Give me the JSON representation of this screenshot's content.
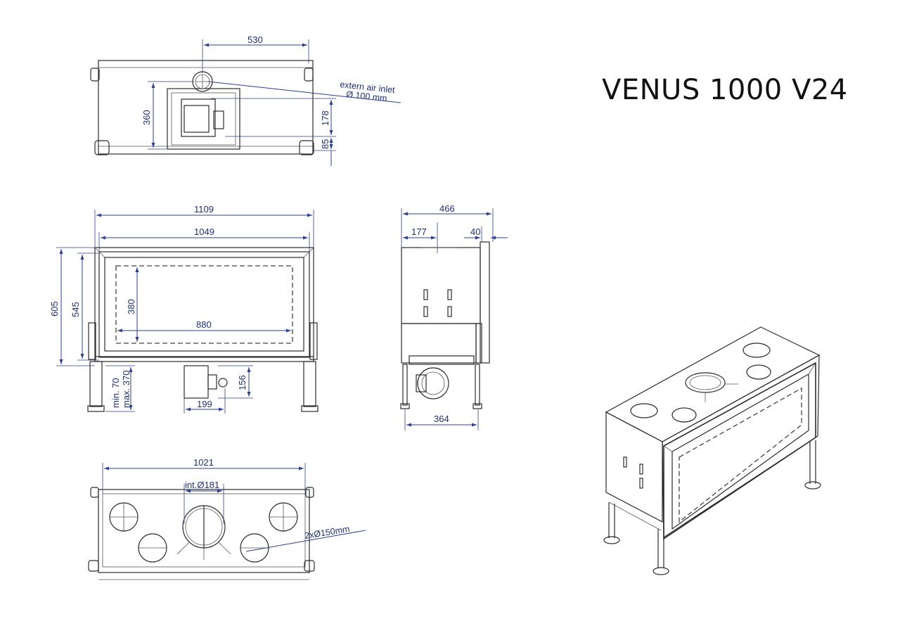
{
  "title": "VENUS 1000 V24",
  "dimensions": {
    "top_view": {
      "width": "530",
      "depth": "360",
      "inlet_offset": "178",
      "inlet_edge": "85"
    },
    "air_inlet_note": [
      "extern air inlet",
      "Ø 100  mm"
    ],
    "front_view": {
      "outer_width": "1109",
      "frame_width": "1049",
      "outer_height": "605",
      "frame_height": "545",
      "glass_height": "380",
      "glass_width": "880",
      "leg_min": "min. 70",
      "leg_max": "max. 370",
      "inlet_height": "156",
      "inlet_width": "199"
    },
    "side_view": {
      "depth": "466",
      "top_offset": "177",
      "frame_depth": "40",
      "base_depth": "364"
    },
    "bottom_view": {
      "width": "1021",
      "flue_diameter": "int.Ø181",
      "outlets": "2xØ150mm"
    }
  }
}
